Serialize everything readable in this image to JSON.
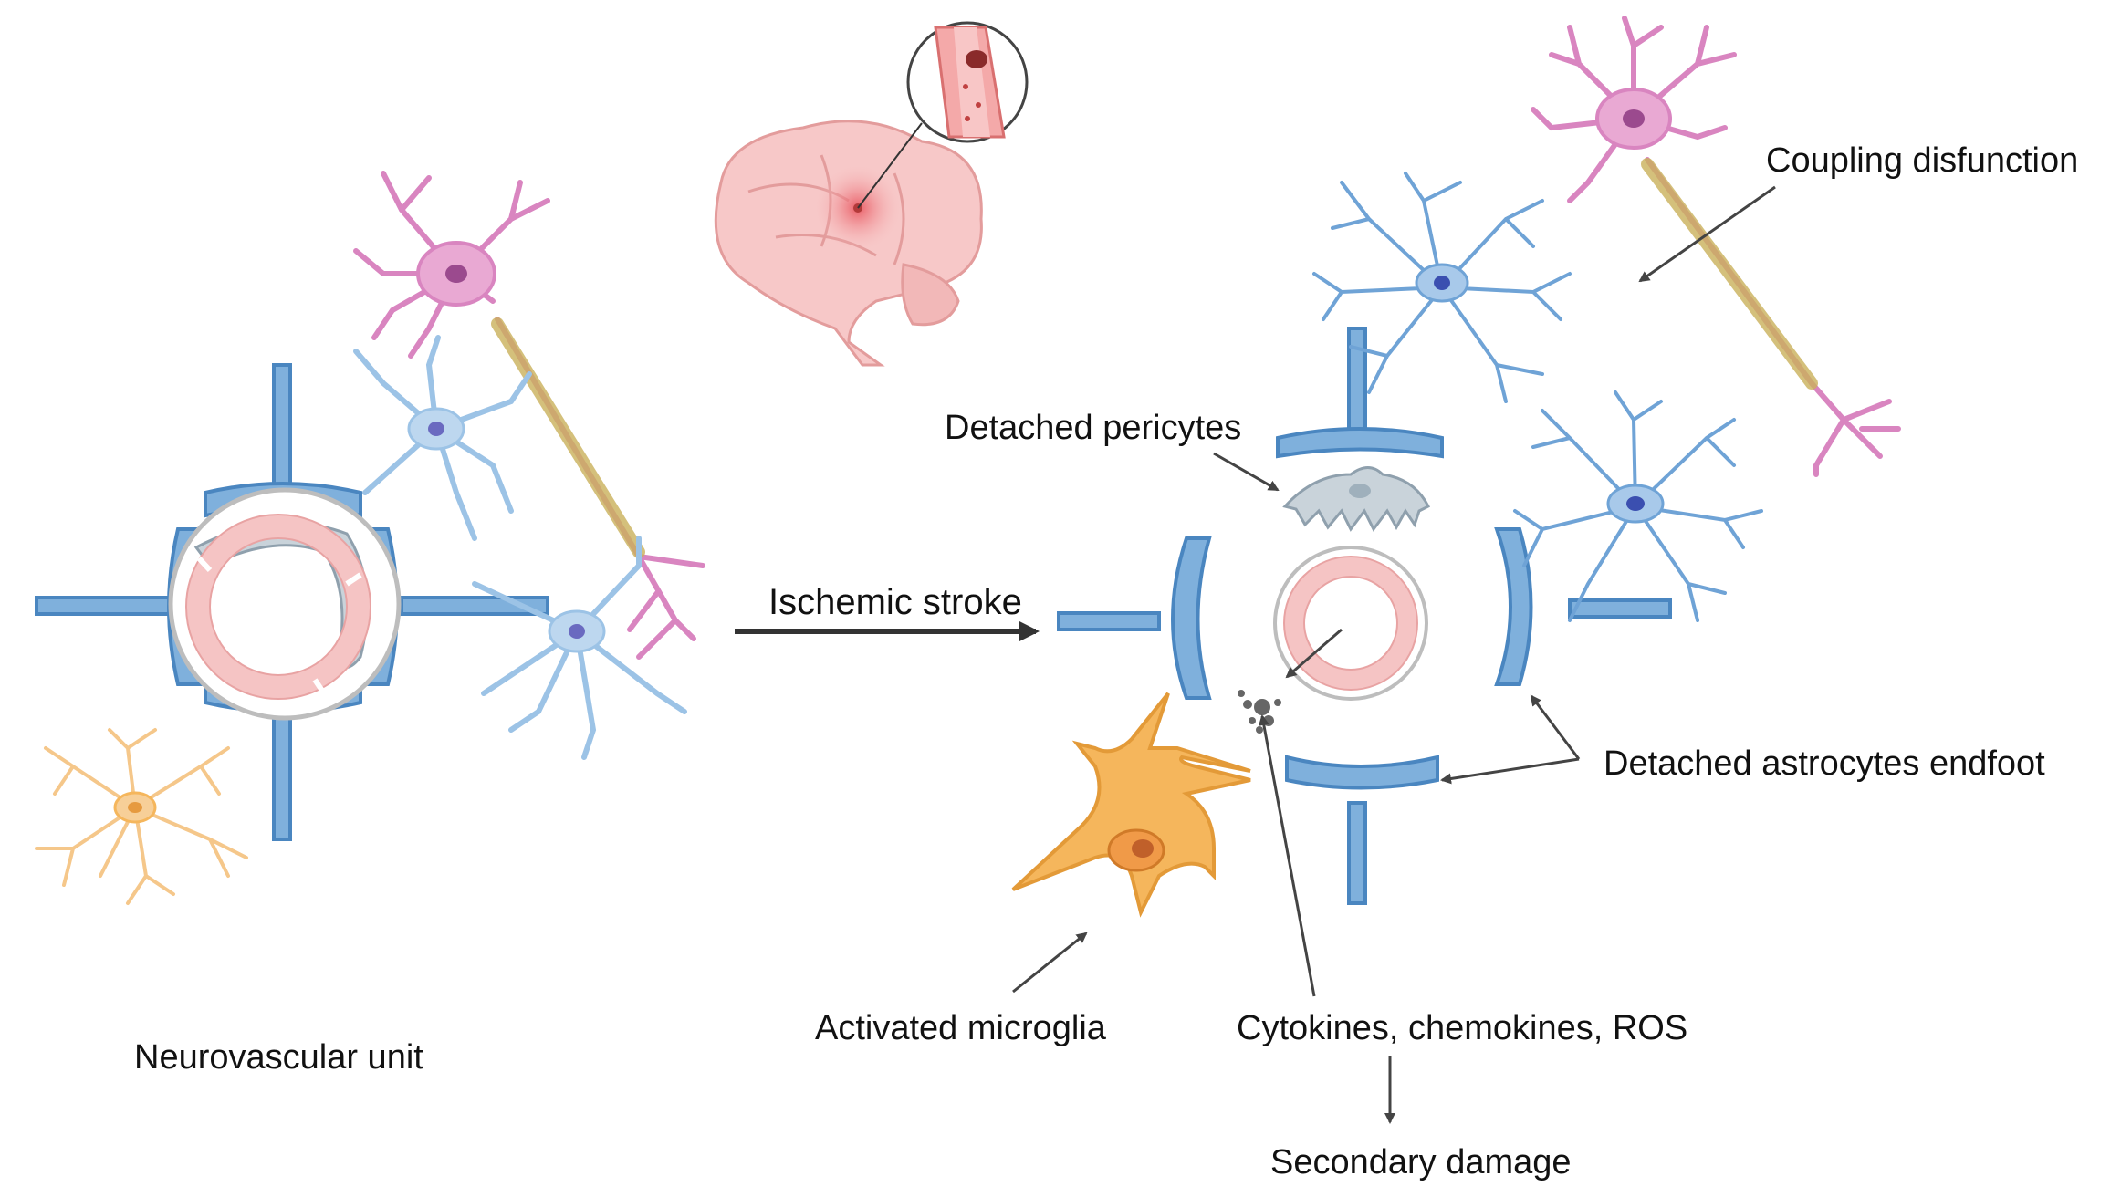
{
  "labels": {
    "neurovascular_unit": "Neurovascular unit",
    "ischemic_stroke": "Ischemic stroke",
    "detached_pericytes": "Detached pericytes",
    "coupling_disfunction": "Coupling disfunction",
    "detached_astrocytes_endfoot": "Detached astrocytes endfoot",
    "activated_microglia": "Activated microglia",
    "cytokines": "Cytokines, chemokines, ROS",
    "secondary_damage": "Secondary damage"
  },
  "colors": {
    "vessel_blue": "#7fb0dc",
    "vessel_stroke": "#4a86c0",
    "endothelium_pink": "#f5c4c4",
    "neuron_pink": "#d985c0",
    "astrocyte_blue": "#9cc3e6",
    "microglia_orange": "#f5b65c",
    "pericyte_grey": "#c9d3da",
    "arrow": "#444444",
    "myelin": "#c9b05a"
  }
}
